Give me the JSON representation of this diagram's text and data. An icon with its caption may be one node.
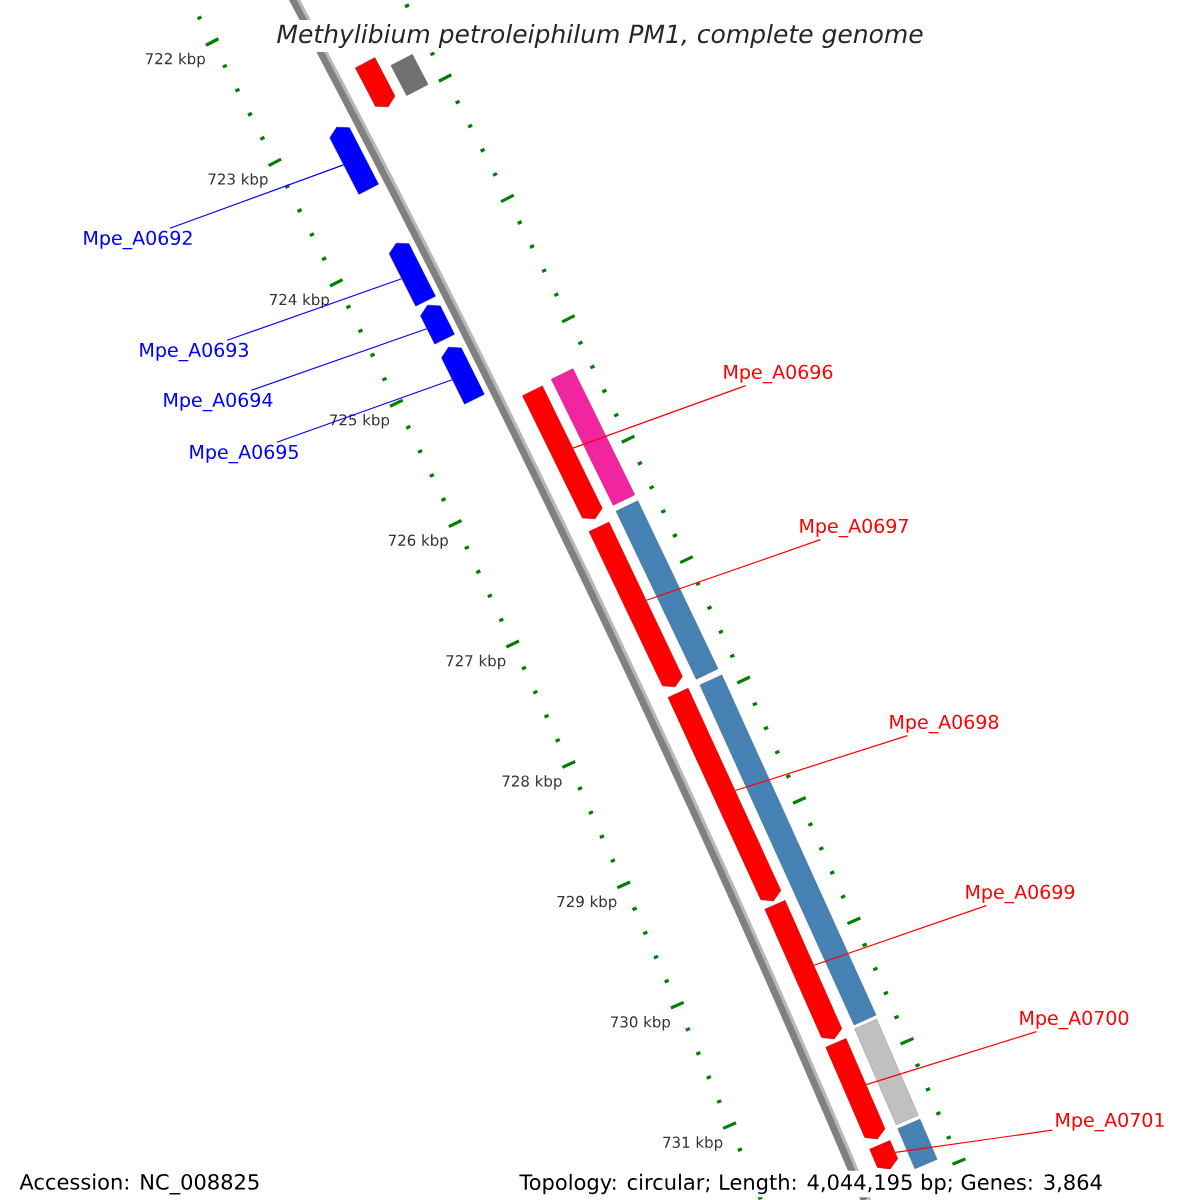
{
  "diagram": {
    "title": "Methylibium petroleiphilum PM1, complete genome",
    "nodes": [
      {
        "text": [
          "Mpe_A0692"
        ]
      },
      {
        "text": [
          "Mpe_A0693"
        ]
      },
      {
        "text": [
          "Mpe_A0694"
        ]
      },
      {
        "text": [
          "Mpe_A0695"
        ]
      },
      {
        "text": [
          "Mpe_A0696"
        ]
      },
      {
        "text": [
          "Mpe_A0697"
        ]
      },
      {
        "text": [
          "Mpe_A0698"
        ]
      },
      {
        "text": [
          "Mpe_A0699"
        ]
      },
      {
        "text": [
          "Mpe_A0700"
        ]
      },
      {
        "text": [
          "Mpe_A0701"
        ]
      },
      {
        "text": [],
        "shape": "pentagon"
      },
      {
        "text": [],
        "shape": "pentagon"
      },
      {
        "text": [],
        "shape": "pentagon"
      },
      {
        "text": [],
        "shape": "pentagon"
      },
      {
        "text": [],
        "shape": "pentagon"
      },
      {
        "text": [],
        "shape": "pentagon"
      },
      {
        "text": [],
        "shape": "pentagon"
      },
      {
        "text": [],
        "shape": "pentagon"
      },
      {
        "text": [],
        "shape": "pentagon"
      },
      {
        "text": [],
        "shape": "pentagon"
      },
      {
        "text": [],
        "shape": "pentagon"
      },
      {
        "text": [],
        "shape": "bar"
      },
      {
        "text": [],
        "shape": "bar"
      },
      {
        "text": [],
        "shape": "bar"
      },
      {
        "text": [],
        "shape": "bar"
      },
      {
        "text": [],
        "shape": "bar"
      },
      {
        "text": [],
        "shape": "bar"
      }
    ],
    "edges": [
      {
        "from": 0,
        "to": 10,
        "arrow": "none",
        "color": "#0000ff"
      },
      {
        "from": 1,
        "to": 11,
        "arrow": "none",
        "color": "#0000ff"
      },
      {
        "from": 2,
        "to": 12,
        "arrow": "none",
        "color": "#0000ff"
      },
      {
        "from": 3,
        "to": 13,
        "arrow": "none",
        "color": "#0000ff"
      },
      {
        "from": 4,
        "to": 15,
        "arrow": "none"
      },
      {
        "from": 5,
        "to": 16,
        "arrow": "none"
      },
      {
        "from": 6,
        "to": 17,
        "arrow": "none"
      },
      {
        "from": 7,
        "to": 18,
        "arrow": "none"
      },
      {
        "from": 8,
        "to": 19,
        "arrow": "none"
      },
      {
        "from": 9,
        "to": 20,
        "arrow": "none"
      }
    ],
    "labels": [
      "722 kbp",
      "723 kbp",
      "724 kbp",
      "725 kbp",
      "726 kbp",
      "727 kbp",
      "728 kbp",
      "729 kbp",
      "730 kbp",
      "731 kbp",
      "Accession: NC_008825",
      "Topology: circular; Length: 4,044,195 bp; Genes: 3,864"
    ]
  }
}
